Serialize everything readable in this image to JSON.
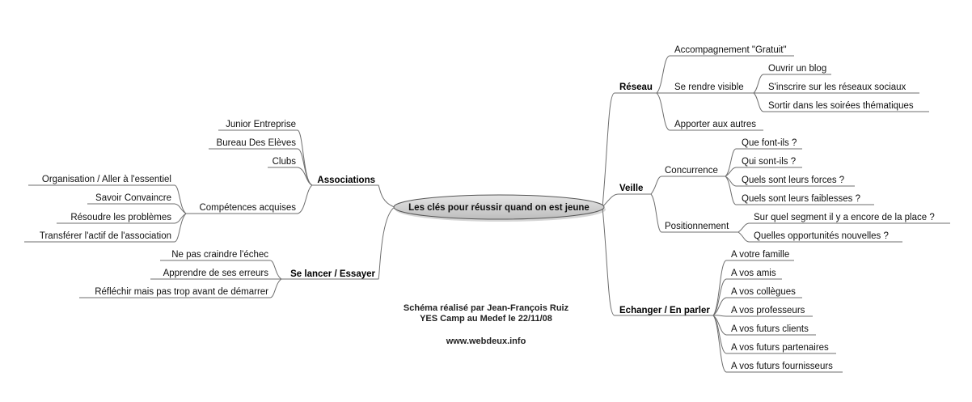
{
  "center": {
    "label": "Les clés pour réussir quand on est jeune"
  },
  "credits": {
    "line1": "Schéma réalisé par Jean-François Ruiz",
    "line2": "YES Camp au Medef le 22/11/08",
    "line3": "www.webdeux.info"
  },
  "left": {
    "associations": {
      "label": "Associations",
      "items": [
        {
          "label": "Junior Entreprise"
        },
        {
          "label": "Bureau Des Elèves"
        },
        {
          "label": "Clubs"
        },
        {
          "label": "Compétences acquises",
          "items": [
            {
              "label": "Organisation / Aller à l'essentiel"
            },
            {
              "label": "Savoir Convaincre"
            },
            {
              "label": "Résoudre les problèmes"
            },
            {
              "label": "Transférer l'actif de l'association"
            }
          ]
        }
      ]
    },
    "se_lancer": {
      "label": "Se lancer / Essayer",
      "items": [
        {
          "label": "Ne pas craindre l'échec"
        },
        {
          "label": "Apprendre de ses erreurs"
        },
        {
          "label": "Réfléchir mais pas trop avant de démarrer"
        }
      ]
    }
  },
  "right": {
    "reseau": {
      "label": "Réseau",
      "items": [
        {
          "label": "Accompagnement \"Gratuit\""
        },
        {
          "label": "Se rendre visible",
          "items": [
            {
              "label": "Ouvrir un blog"
            },
            {
              "label": "S'inscrire sur les réseaux sociaux"
            },
            {
              "label": "Sortir dans les soirées thématiques"
            }
          ]
        },
        {
          "label": "Apporter aux autres"
        }
      ]
    },
    "veille": {
      "label": "Veille",
      "items": [
        {
          "label": "Concurrence",
          "items": [
            {
              "label": "Que font-ils ?"
            },
            {
              "label": "Qui sont-ils ?"
            },
            {
              "label": "Quels sont leurs forces ?"
            },
            {
              "label": "Quels sont leurs faiblesses ?"
            }
          ]
        },
        {
          "label": "Positionnement",
          "items": [
            {
              "label": "Sur quel segment il y a encore de la place ?"
            },
            {
              "label": "Quelles opportunités nouvelles ?"
            }
          ]
        }
      ]
    },
    "echanger": {
      "label": "Echanger / En parler",
      "items": [
        {
          "label": "A votre famille"
        },
        {
          "label": "A vos amis"
        },
        {
          "label": "A vos collègues"
        },
        {
          "label": "A vos professeurs"
        },
        {
          "label": "A vos futurs clients"
        },
        {
          "label": "A vos futurs partenaires"
        },
        {
          "label": "A vos futurs fournisseurs"
        }
      ]
    }
  }
}
